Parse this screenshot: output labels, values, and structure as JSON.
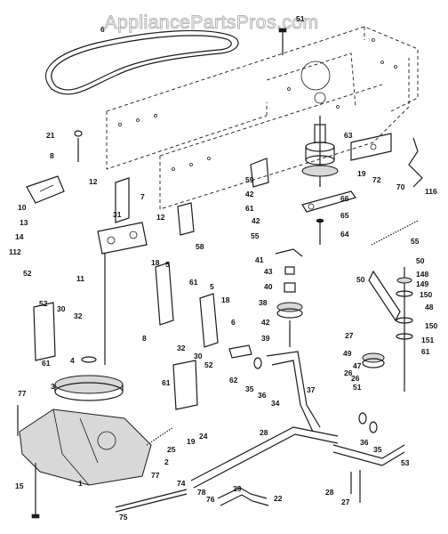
{
  "watermark": "AppliancePartsPros.com",
  "callouts": [
    "6",
    "51",
    "21",
    "8",
    "10",
    "12",
    "7",
    "31",
    "12",
    "58",
    "13",
    "14",
    "112",
    "11",
    "52",
    "18",
    "5",
    "61",
    "5",
    "18",
    "6",
    "8",
    "52",
    "30",
    "32",
    "61",
    "4",
    "3",
    "77",
    "15",
    "1",
    "77",
    "2",
    "74",
    "75",
    "76",
    "78",
    "25",
    "19",
    "24",
    "29",
    "22",
    "28",
    "61",
    "32",
    "30",
    "52",
    "26",
    "59",
    "42",
    "61",
    "42",
    "55",
    "41",
    "43",
    "40",
    "38",
    "42",
    "39",
    "62",
    "35",
    "36",
    "34",
    "37",
    "63",
    "66",
    "19",
    "72",
    "70",
    "116",
    "65",
    "64",
    "55",
    "50",
    "50",
    "148",
    "149",
    "150",
    "48",
    "150",
    "151",
    "61",
    "27",
    "49",
    "47",
    "26",
    "51",
    "36",
    "35",
    "53",
    "28",
    "27"
  ]
}
